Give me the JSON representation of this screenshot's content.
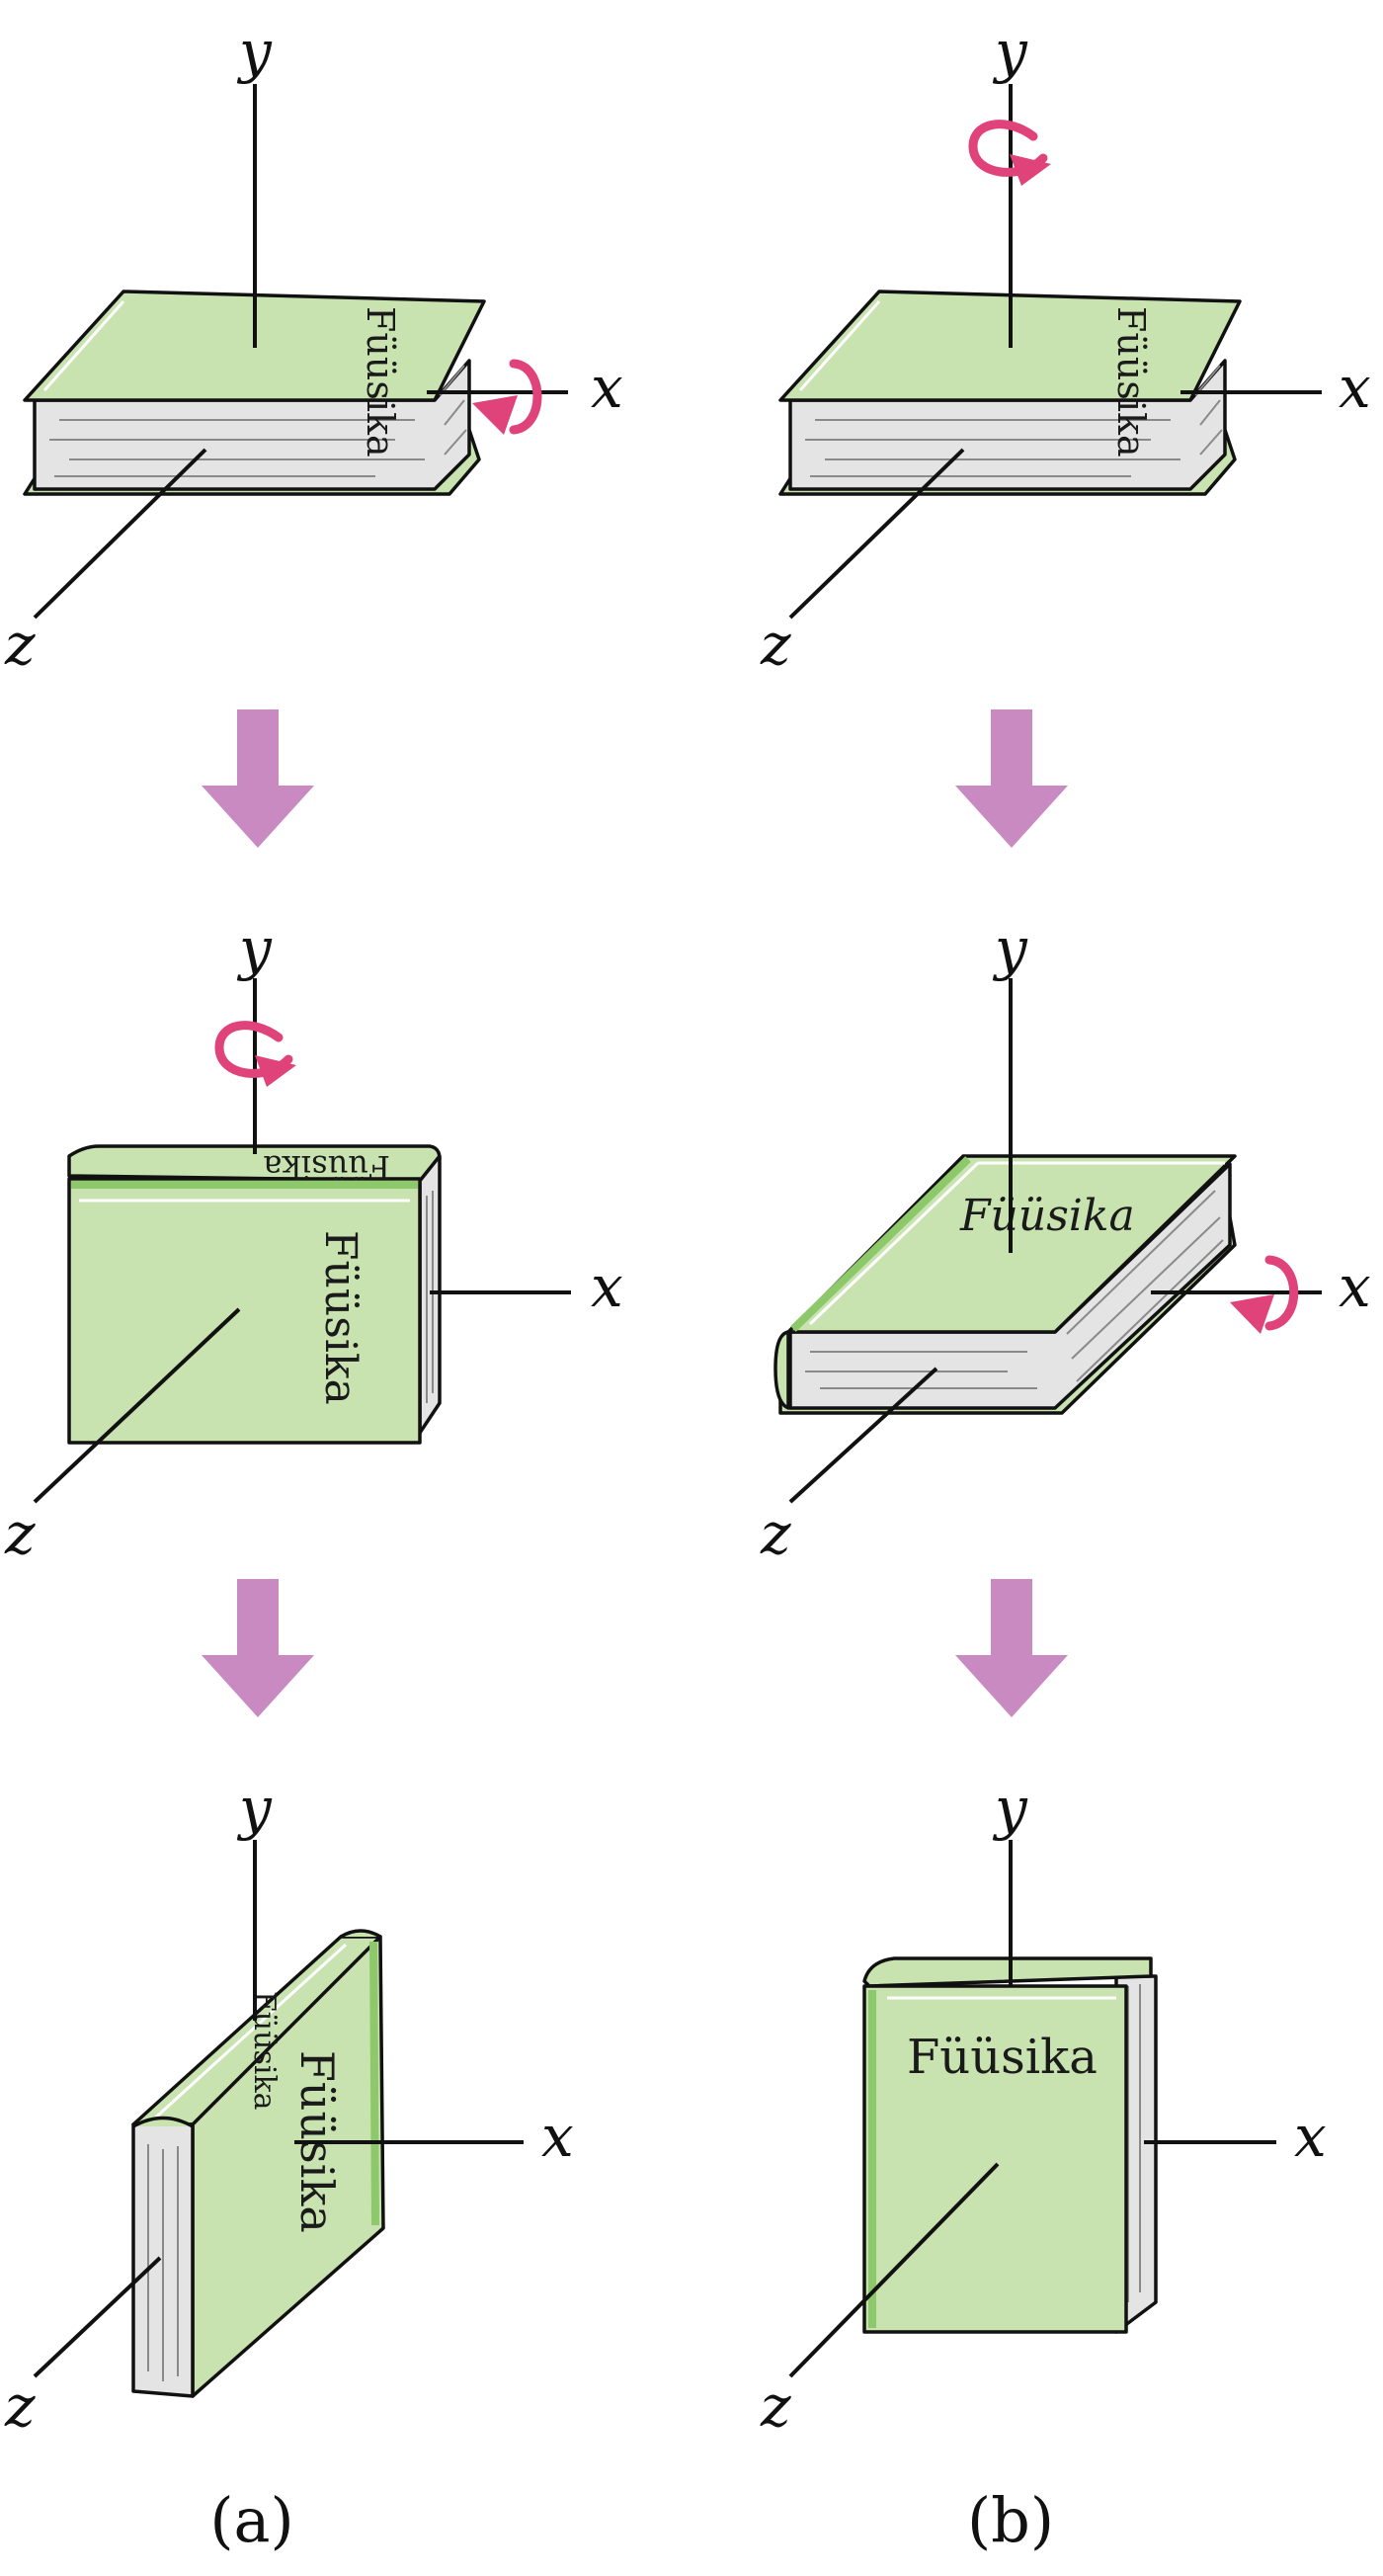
{
  "book_title": "Füüsika",
  "axes": {
    "x": "x",
    "y": "y",
    "z": "z"
  },
  "captions": {
    "a": "(a)",
    "b": "(b)"
  },
  "colors": {
    "cover": "#c8e2b0",
    "cover_accent": "#8dc86a",
    "pages": "#e4e4e4",
    "step_arrow": "#c98ac2",
    "rotation_arrow": "#e0427a"
  },
  "icons": {
    "step": "down-arrow-icon",
    "rotation": "rotation-arrow-icon"
  }
}
